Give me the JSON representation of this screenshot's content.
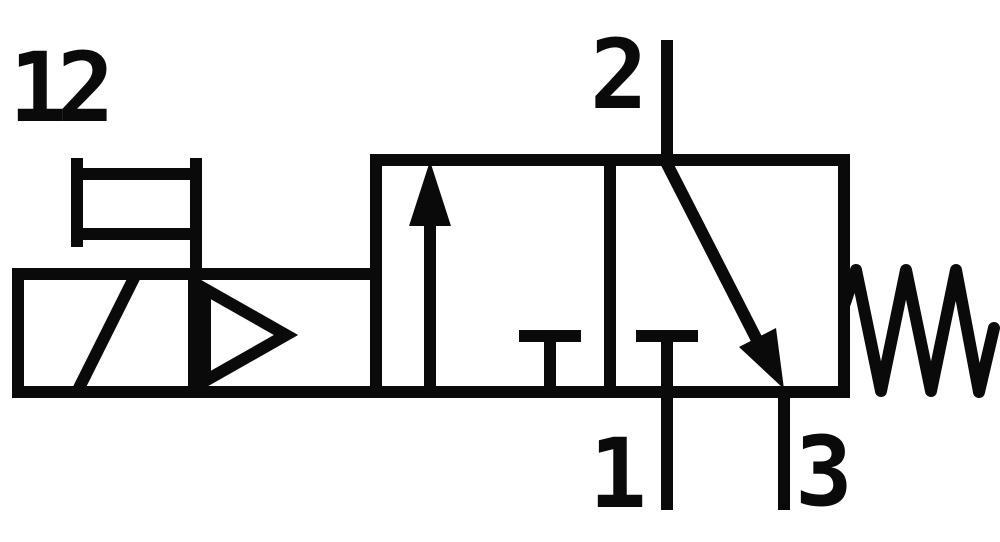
{
  "colors": {
    "stroke": "#0a0a0a",
    "background": "#ffffff"
  },
  "diagram": {
    "type": "pneumatic-valve-circuit-symbol",
    "ports": {
      "pilot": "12",
      "port2": "2",
      "port1": "1",
      "port3": "3"
    },
    "elements": {
      "solenoid": "solenoid-coil-icon",
      "pilot_amplifier": "pilot-triangle-icon",
      "actuated_flow": "up-arrow-icon",
      "rest_flow": "diagonal-arrow-icon",
      "blocked_ports": "blocked-port-t-icon",
      "return": "spring-icon"
    }
  }
}
